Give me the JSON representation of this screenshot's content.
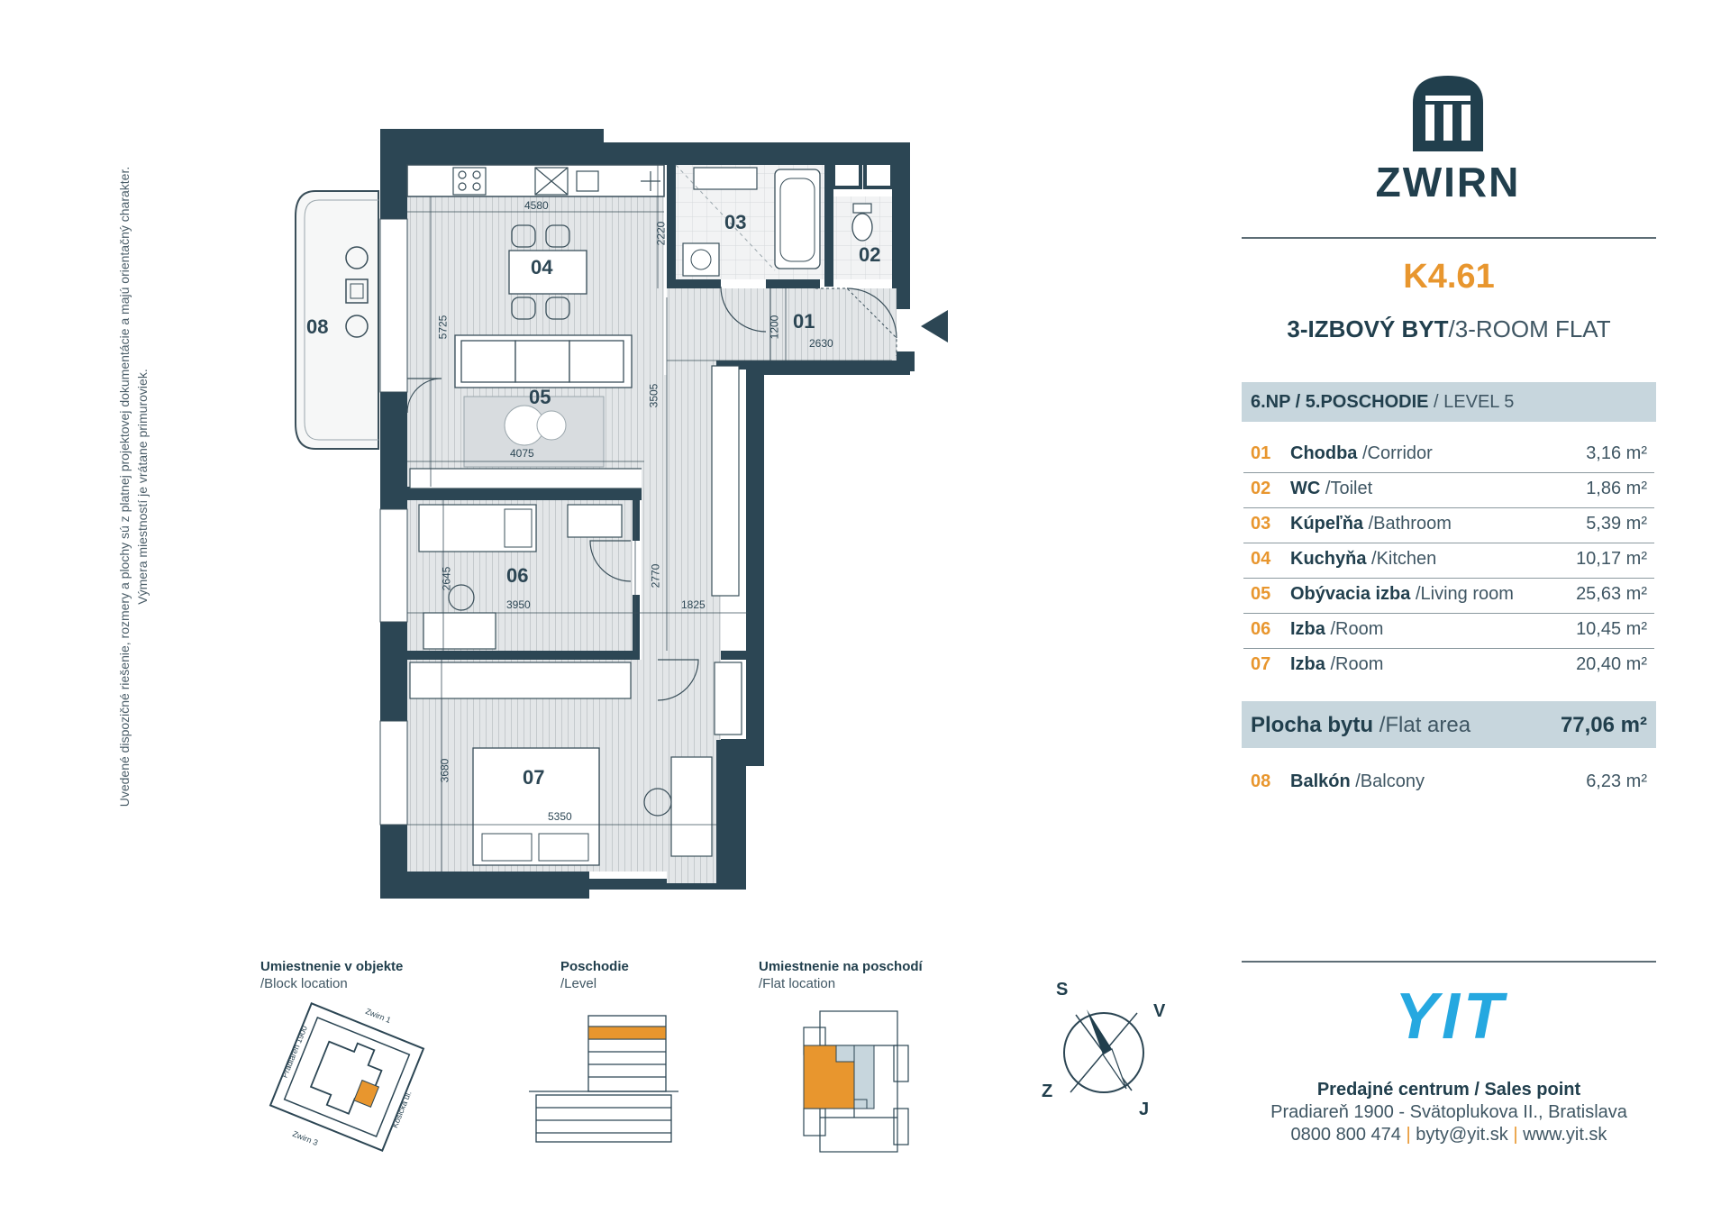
{
  "disclaimer": {
    "line1": "Uvedené dispozičné riešenie, rozmery a plochy sú z platnej projektovej dokumentácie a majú orientačný charakter.",
    "line2": "Výmera miestností je vrátane primuroviek."
  },
  "brand": {
    "name": "ZWIRN"
  },
  "flat": {
    "code": "K4.61",
    "type_sk": "3-IZBOVÝ BYT",
    "type_en": "/3-ROOM FLAT",
    "level_sk": "6.NP / 5.POSCHODIE",
    "level_en": " / LEVEL 5"
  },
  "rooms": [
    {
      "num": "01",
      "name_sk": "Chodba",
      "name_en": " /Corridor",
      "area": "3,16 m²"
    },
    {
      "num": "02",
      "name_sk": "WC",
      "name_en": " /Toilet",
      "area": "1,86 m²"
    },
    {
      "num": "03",
      "name_sk": "Kúpeľňa",
      "name_en": " /Bathroom",
      "area": "5,39 m²"
    },
    {
      "num": "04",
      "name_sk": "Kuchyňa",
      "name_en": " /Kitchen",
      "area": "10,17 m²"
    },
    {
      "num": "05",
      "name_sk": "Obývacia izba",
      "name_en": " /Living room",
      "area": "25,63 m²"
    },
    {
      "num": "06",
      "name_sk": "Izba",
      "name_en": " /Room",
      "area": "10,45 m²"
    },
    {
      "num": "07",
      "name_sk": "Izba",
      "name_en": " /Room",
      "area": "20,40 m²"
    }
  ],
  "total": {
    "label_sk": "Plocha bytu",
    "label_en": " /Flat area",
    "area": "77,06 m²"
  },
  "balcony": {
    "num": "08",
    "name_sk": "Balkón",
    "name_en": " /Balcony",
    "area": "6,23 m²"
  },
  "plan": {
    "room_labels": {
      "r01": "01",
      "r02": "02",
      "r03": "03",
      "r04": "04",
      "r05": "05",
      "r06": "06",
      "r07": "07",
      "r08": "08"
    },
    "dims": {
      "d4580": "4580",
      "d2220": "2220",
      "d5725": "5725",
      "d4075": "4075",
      "d3505": "3505",
      "d1200": "1200",
      "d2630": "2630",
      "d2645": "2645",
      "d3950": "3950",
      "d2770": "2770",
      "d1825": "1825",
      "d3680": "3680",
      "d5350": "5350"
    }
  },
  "location": {
    "block_title": "Umiestnenie v objekte",
    "block_sub": "/Block location",
    "level_title": "Poschodie",
    "level_sub": "/Level",
    "flat_title": "Umiestnenie na poschodí",
    "flat_sub": "/Flat location",
    "streets": {
      "zwirn1": "Zwirn 1",
      "pradiaren": "Pradiareň 1900",
      "kollarova": "Košická ul.",
      "zwirn3": "Zwirn 3"
    }
  },
  "compass": {
    "n": "S",
    "e": "V",
    "w": "Z",
    "s": "J"
  },
  "footer": {
    "brand": "YIT",
    "sales_title": "Predajné centrum / Sales point",
    "address": "Pradiareň 1900 - Svätoplukova II., Bratislava",
    "phone": "0800 800 474",
    "email": "byty@yit.sk",
    "web": "www.yit.sk",
    "sep": "|"
  },
  "colors": {
    "wall": "#2c4654",
    "accent": "#e8962e",
    "level_bar": "#c7d6dd",
    "text": "#213f4d",
    "yit_blue": "#26a8e0"
  }
}
